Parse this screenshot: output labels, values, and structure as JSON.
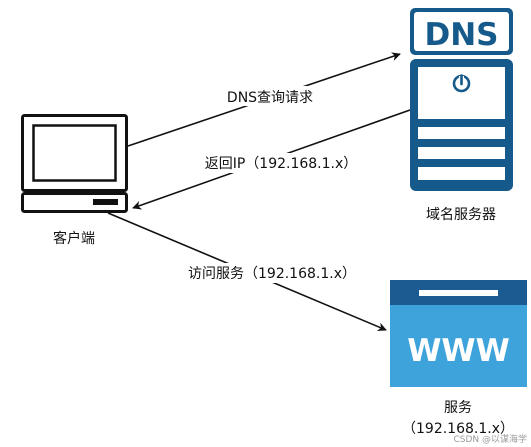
{
  "nodes": {
    "client": {
      "label": "客户端"
    },
    "dns_server": {
      "label": "域名服务器",
      "badge": "DNS"
    },
    "web_server": {
      "label_line1": "服务",
      "label_line2": "（192.168.1.x）",
      "badge": "WWW"
    }
  },
  "edges": {
    "dns_query": {
      "label": "DNS查询请求"
    },
    "return_ip": {
      "label": "返回IP（192.168.1.x）"
    },
    "visit_service": {
      "label": "访问服务（192.168.1.x）"
    }
  },
  "watermark": "CSDN @以谋海学",
  "colors": {
    "server_primary": "#155a8a",
    "web_light": "#3ea3da",
    "web_dark": "#1c5a92",
    "line": "#111111"
  }
}
